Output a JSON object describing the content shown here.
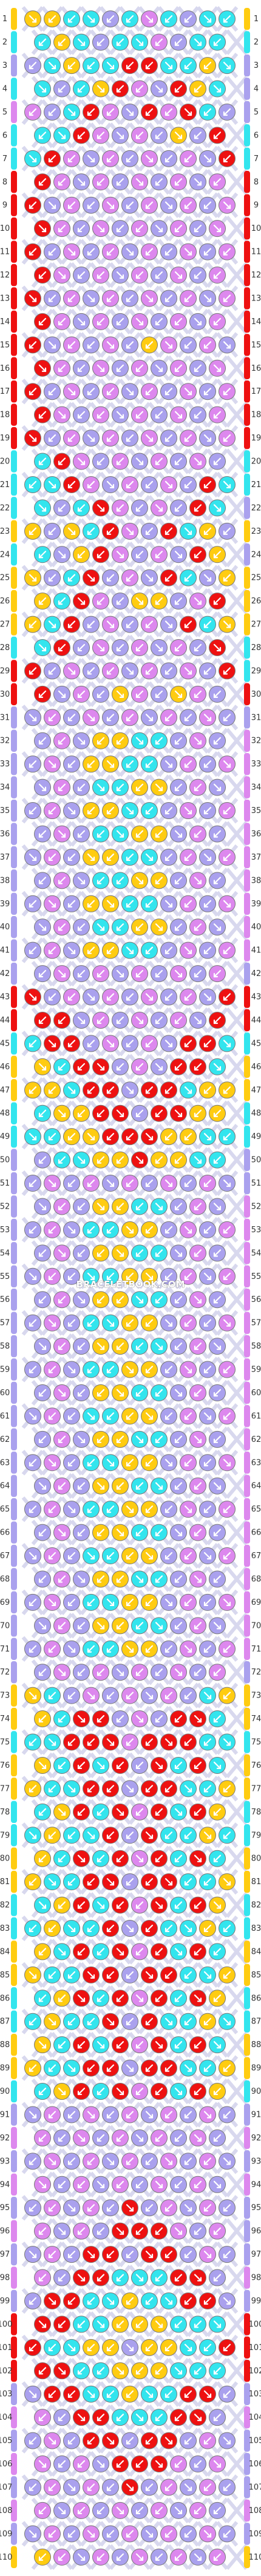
{
  "watermark": "BRACELETBOOK.COM",
  "colors": {
    "red": "#ee1111",
    "yellow": "#ffcc11",
    "cyan": "#33e5ee",
    "lavender": "#aaa1ee",
    "violet": "#dd88ee"
  },
  "rows": [
    "1",
    "2",
    "3",
    "4",
    "5",
    "6",
    "7",
    "8",
    "9",
    "10",
    "11",
    "12",
    "13",
    "14",
    "15",
    "16",
    "17",
    "18",
    "19",
    "20",
    "21",
    "22",
    "23",
    "24",
    "25",
    "26",
    "27",
    "28",
    "29",
    "30",
    "31",
    "32",
    "33",
    "34",
    "35",
    "36",
    "37",
    "38",
    "39",
    "40",
    "41",
    "42",
    "43",
    "44",
    "45",
    "46",
    "47",
    "48",
    "49",
    "50",
    "51",
    "52",
    "53",
    "54",
    "55",
    "56",
    "57",
    "58",
    "59",
    "60",
    "61",
    "62",
    "63",
    "64",
    "65",
    "66",
    "67",
    "68",
    "69",
    "70",
    "71",
    "72",
    "73",
    "74",
    "75",
    "76",
    "77",
    "78",
    "79",
    "80",
    "81",
    "82",
    "83",
    "84",
    "85",
    "86",
    "87",
    "88",
    "89",
    "90",
    "91",
    "92",
    "93",
    "94",
    "95",
    "96",
    "97",
    "98",
    "99",
    "100",
    "101",
    "102",
    "103",
    "104",
    "105",
    "106",
    "107",
    "108",
    "109",
    "110"
  ],
  "knot_rows": [
    "yycclcvclccy",
    "cyclccvlccyc",
    "lcyccrrccycl",
    "clcyrvlrycl",
    "vlcrvlrvrcl",
    "ccrvlvlylrcc",
    "crvlvlvlvlrc",
    "rvlvlvlvlvr",
    "rlvlvlvlvlvr",
    "rvlvlvlvlvr",
    "rlvlvlvlvlvr",
    "rvlvlvlvlvr",
    "rlvlvlvlvlvr",
    "rvlvlvlvlvr",
    "rlvlvlyvlvlr",
    "rvlvlvlvlvr",
    "rlvlvlvlvlvr",
    "rvlvlvlvlvr",
    "rlvlvlvlvlvr",
    "crvlvlvlvlrc",
    "ccrvlvlvlrcc",
    "clcrvlvlrcl",
    "ylycrvlrcyly",
    "clyrvlvlryl",
    "ylcrlvlrcly",
    "ycrvlyylvrcy",
    "ycrlvlvlrcy",
    "crlvlvlvlrc",
    "rlvlvlvlvlrc",
    "rlvlyvlyvlr",
    "lvlvlvlvlvl",
    "lvlyycclvlv",
    "lvlyycclvlv",
    "lvlccyylvlv",
    "lvlyycclvlv",
    "lvlccyylvlv",
    "lvlyycclvlv",
    "lvlccyylvlv",
    "lvlyycclvlv",
    "lvlccyylvlv",
    "lvlyycclvlv",
    "lvlvlvlvlvl",
    "rlvlvlvlvlr",
    "rrlvlvlvlrr",
    "crrlvlvlrrc",
    "ycrrlvlrrcy",
    "yycrrlrrcyy",
    "cyyrrlrryyc",
    "ccyyrrryycc",
    "lccyyryyccl",
    "lvlvlvlvlvl",
    "lvlyycclvlv",
    "lvlccyylvlv",
    "lvlyycclvlv",
    "lvlccyylvlv",
    "lvlyycclvlv",
    "lvlccyylvlv",
    "lvlyycclvlv",
    "lvlccyylvlv",
    "lvlyycclvlv",
    "lvlccyylvlv",
    "lvlyycclvlv",
    "lvlccyylvlv",
    "lvlyycclvlv",
    "lvlccyylvlv",
    "lvlyycclvlv",
    "lvlccyylvlv",
    "lvlyycclvlv",
    "lvlccyylvlv",
    "lvlyycclvlv",
    "lvlccyylvlv",
    "lvlvlvlvlvl",
    "yclvlvlvlcy",
    "ycrrlvlrrcy",
    "ccrrrvrrrcc",
    "ycrcrlrcrcy",
    "yccrrlrrccy",
    "cyrcrvrcryc",
    "cyccrlrccyc",
    "ycrcrvrcrcy",
    "yccrrlrrccy",
    "cyrcrvrcryc",
    "cyccrlrccyc",
    "ycrcrvrcrcy",
    "yccrrlrrccy",
    "cyrcrvrcryc",
    "cyccrlrccyc",
    "ycrcrvrcrcy",
    "yccrrlrrccy",
    "cyrcrvrcryc",
    "lvlvlvlvlvl",
    "vlvlvlvlvlv",
    "lvlvlvlvlvl",
    "vlvlvlvlvlv",
    "lvlvlrlvlvl",
    "vlvlrrrvlvl",
    "lvlrrlrrlvl",
    "vlrrcccrrlv",
    "lrrccyccrrl",
    "rrccyyycccr",
    "rccyylyyccr",
    "rrccyyycccr",
    "lrrccyccrrl",
    "vlrrcccrrlv",
    "lvlrrlrrlvl",
    "vlvlrrrvlvl",
    "lvlvlrlvlvl",
    "vlvlvlvlvlv",
    "lvlvlvlvlvl",
    "yvlvlvlvlvy"
  ]
}
